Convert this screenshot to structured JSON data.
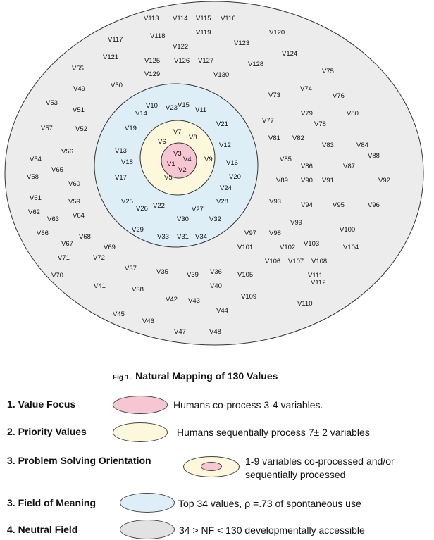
{
  "colors": {
    "neutral": "#ececec",
    "meaning": "#ddeef6",
    "priority": "#fdf7dc",
    "focus": "#f7c6d3",
    "stroke": "#333333"
  },
  "values": {
    "focus": [
      "V1",
      "V2",
      "V3",
      "V4"
    ],
    "priority": [
      "V5",
      "V6",
      "V7",
      "V8",
      "V9"
    ],
    "meaning": [
      "V10",
      "V11",
      "V12",
      "V13",
      "V14",
      "V15",
      "V16",
      "V17",
      "V18",
      "V19",
      "V20",
      "V21",
      "V22",
      "V23",
      "V24",
      "V25",
      "V26",
      "V27",
      "V28",
      "V29",
      "V30",
      "V31",
      "V32",
      "V33",
      "V34"
    ],
    "neutral": [
      "V35",
      "V36",
      "V37",
      "V38",
      "V39",
      "V40",
      "V41",
      "V42",
      "V43",
      "V44",
      "V45",
      "V46",
      "V47",
      "V48",
      "V49",
      "V50",
      "V51",
      "V52",
      "V53",
      "V54",
      "V55",
      "V56",
      "V57",
      "V58",
      "V59",
      "V60",
      "V61",
      "V62",
      "V63",
      "V64",
      "V65",
      "V66",
      "V67",
      "V68",
      "V69",
      "V70",
      "V71",
      "V72",
      "V73",
      "V74",
      "V75",
      "V76",
      "V77",
      "V78",
      "V79",
      "V80",
      "V81",
      "V82",
      "V83",
      "V84",
      "V85",
      "V86",
      "V87",
      "V88",
      "V89",
      "V90",
      "V91",
      "V92",
      "V93",
      "V94",
      "V95",
      "V96",
      "V97",
      "V98",
      "V99",
      "V100",
      "V101",
      "V102",
      "V103",
      "V104",
      "V105",
      "V106",
      "V107",
      "V108",
      "V109",
      "V110",
      "V111",
      "V112",
      "V113",
      "V114",
      "V115",
      "V116",
      "V117",
      "V118",
      "V119",
      "V120",
      "V121",
      "V122",
      "V123",
      "V124",
      "V125",
      "V126",
      "V127",
      "V128",
      "V129",
      "V130"
    ]
  },
  "caption": {
    "prefix": "Fig 1.",
    "title": "Natural Mapping of 130 Values"
  },
  "legend": [
    {
      "label": "1. Value Focus",
      "description": "Humans co-process 3-4 variables.",
      "swatch": "focus"
    },
    {
      "label": "2. Priority Values",
      "description": "Humans sequentially process 7± 2 variables",
      "swatch": "priority"
    },
    {
      "label": "3. Problem Solving Orientation",
      "description": "1-9 variables co-processed and/or sequentially processed",
      "swatch": "priority+focus"
    },
    {
      "label": "3. Field of Meaning",
      "description": "Top 34 values, ρ =.73 of spontaneous use",
      "swatch": "meaning"
    },
    {
      "label": "4. Neutral Field",
      "description": "34 > NF < 130 developmentally accessible",
      "swatch": "neutral"
    }
  ]
}
